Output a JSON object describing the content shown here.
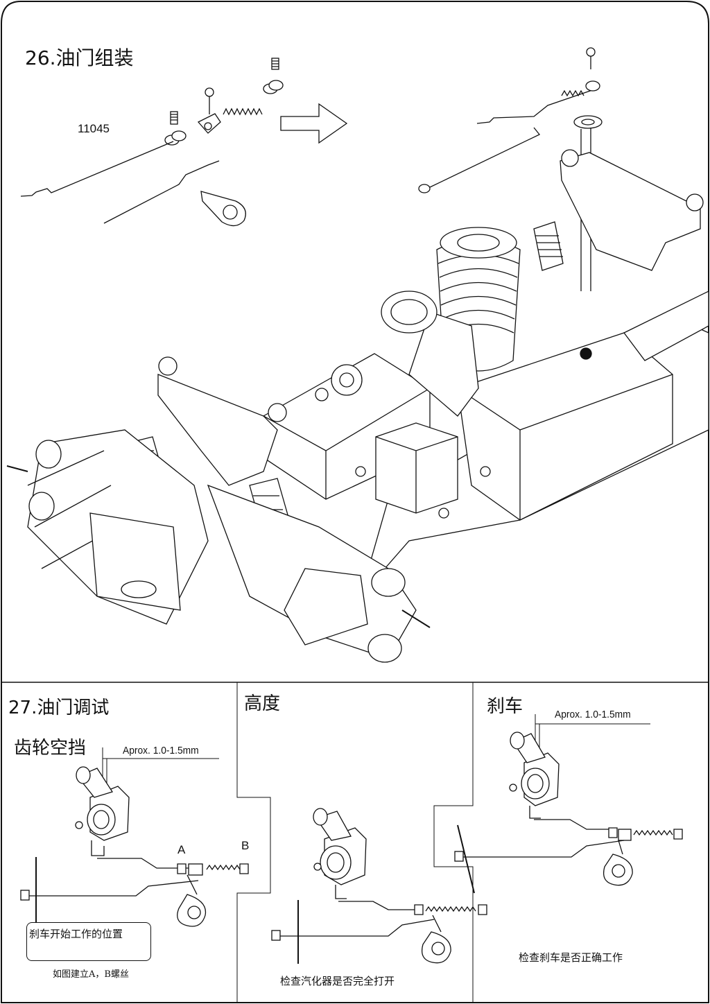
{
  "step26": {
    "title": "26.油门组装",
    "part_number": "11045"
  },
  "step27": {
    "title": "27.油门调试",
    "neutral": {
      "title": "齿轮空挡",
      "dimension": "Aprox. 1.0-1.5mm",
      "label_a": "A",
      "label_b": "B",
      "box_note": "刹车开始工作的位置",
      "note": "如图建立A，B螺丝"
    },
    "high": {
      "title": "高度",
      "note": "检查汽化器是否完全打开"
    },
    "brake": {
      "title": "刹车",
      "dimension": "Aprox. 1.0-1.5mm",
      "note": "检查刹车是否正确工作"
    }
  }
}
